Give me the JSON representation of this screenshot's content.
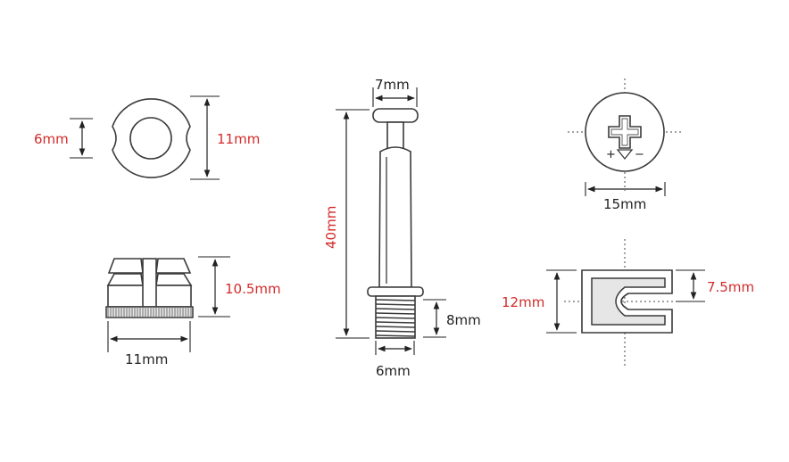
{
  "diagram": {
    "labels": {
      "washer_height": "6mm",
      "washer_diameter": "11mm",
      "insert_height": "10.5mm",
      "insert_width": "11mm",
      "bolt_head_width": "7mm",
      "bolt_length": "40mm",
      "bolt_thread_length": "8mm",
      "bolt_thread_width": "6mm",
      "cam_diameter": "15mm",
      "cam_slot_height": "7.5mm",
      "cam_height": "12mm"
    },
    "symbols": {
      "plus": "+",
      "minus": "−"
    },
    "colors": {
      "dimension_text": "#d42a2a",
      "outline": "#3a3a3a",
      "fill": "#e6e6e6"
    }
  }
}
